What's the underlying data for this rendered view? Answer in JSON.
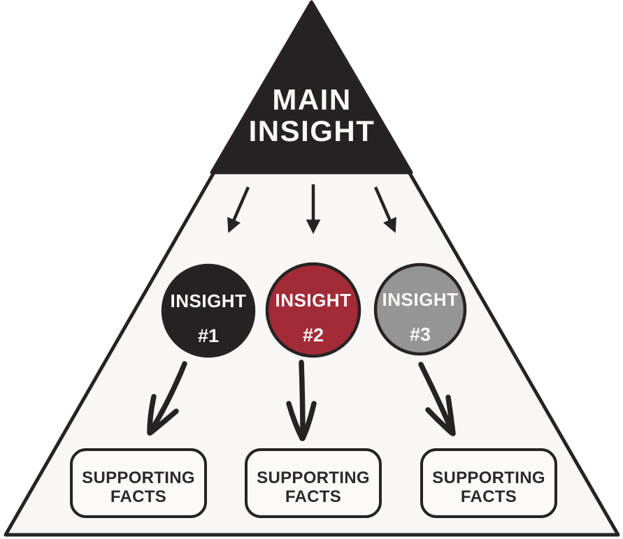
{
  "diagram": {
    "type": "pyramid",
    "colors": {
      "outline": "#272324",
      "triangle_fill": "#F8F7F6",
      "apex_fill": "#262223",
      "box_fill": "#FBFAF9",
      "text_dark": "#2D2A2B",
      "text_light": "#F9F8F6",
      "insight1_fill": "#262223",
      "insight2_fill": "#A32B37",
      "insight3_fill": "#969596"
    },
    "apex": {
      "label": "MAIN INSIGHT",
      "line1": "MAIN",
      "line2": "INSIGHT"
    },
    "insights": [
      {
        "title": "INSIGHT",
        "number": "#1",
        "fill": "#262223"
      },
      {
        "title": "INSIGHT",
        "number": "#2",
        "fill": "#A32B37"
      },
      {
        "title": "INSIGHT",
        "number": "#3",
        "fill": "#969596"
      }
    ],
    "supporting_facts": [
      {
        "label": "SUPPORTING FACTS",
        "line1": "SUPPORTING",
        "line2": "FACTS"
      },
      {
        "label": "SUPPORTING FACTS",
        "line1": "SUPPORTING",
        "line2": "FACTS"
      },
      {
        "label": "SUPPORTING FACTS",
        "line1": "SUPPORTING",
        "line2": "FACTS"
      }
    ]
  }
}
